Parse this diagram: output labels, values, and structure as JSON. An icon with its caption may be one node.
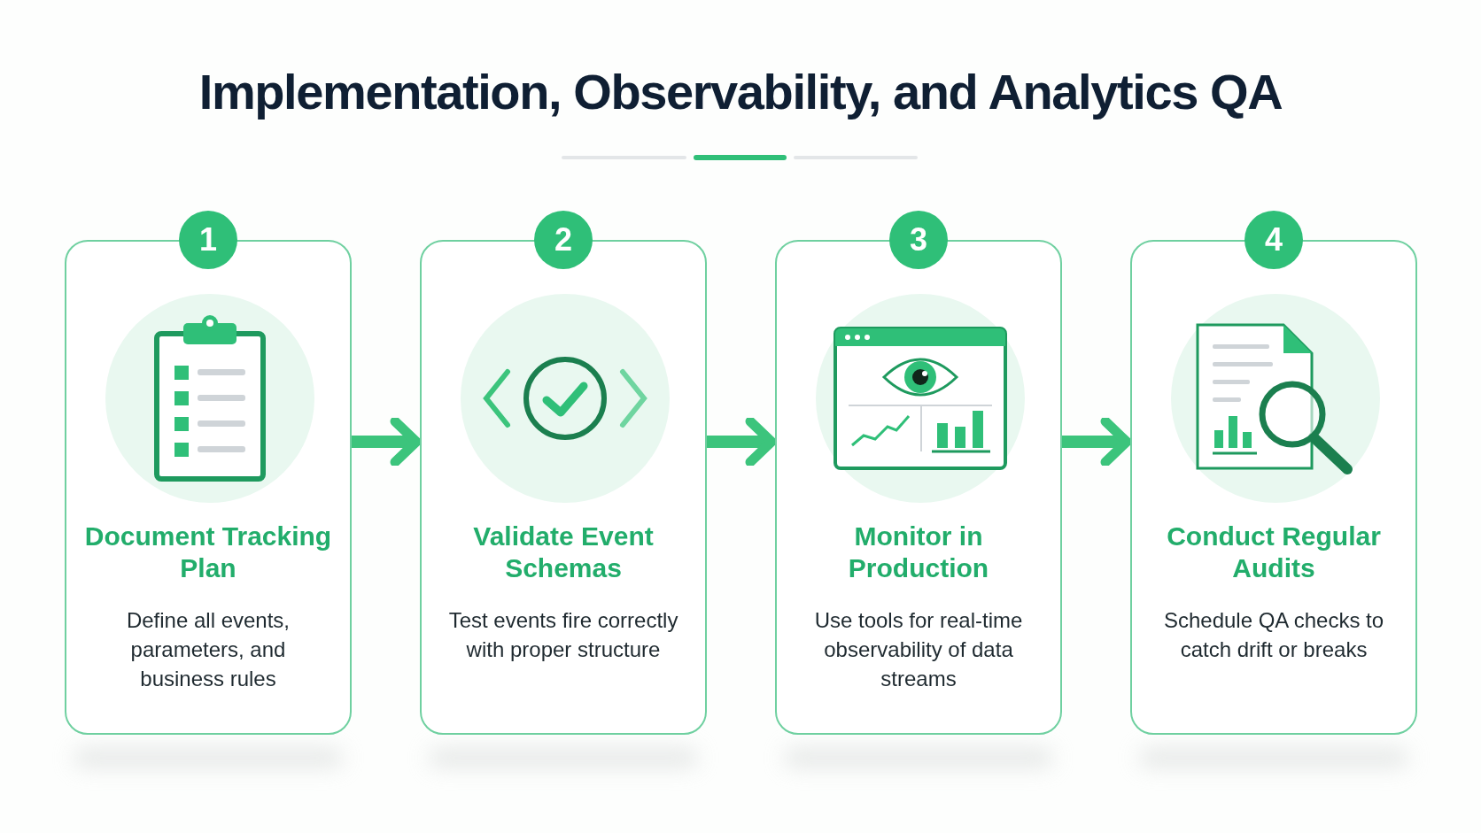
{
  "diagram": {
    "title": "Implementation, Observability, and Analytics QA",
    "nodes": [
      {
        "text": [
          "1"
        ]
      },
      {
        "text": [
          "Document Tracking Plan",
          "Define all events, parameters, and business rules"
        ]
      },
      {
        "text": [
          "2"
        ]
      },
      {
        "text": [
          "Validate Event Schemas",
          "Test events fire correctly with proper structure"
        ]
      },
      {
        "text": [
          "3"
        ]
      },
      {
        "text": [
          "Monitor in Production",
          "Use tools for real-time observability of data streams"
        ]
      },
      {
        "text": [
          "4"
        ]
      },
      {
        "text": [
          "Conduct Regular Audits",
          "Schedule QA checks to catch drift or breaks"
        ]
      }
    ],
    "edges": [
      {
        "from": 1,
        "to": 3,
        "arrow": "to"
      },
      {
        "from": 3,
        "to": 5,
        "arrow": "to"
      },
      {
        "from": 5,
        "to": 7,
        "arrow": "to"
      }
    ]
  }
}
